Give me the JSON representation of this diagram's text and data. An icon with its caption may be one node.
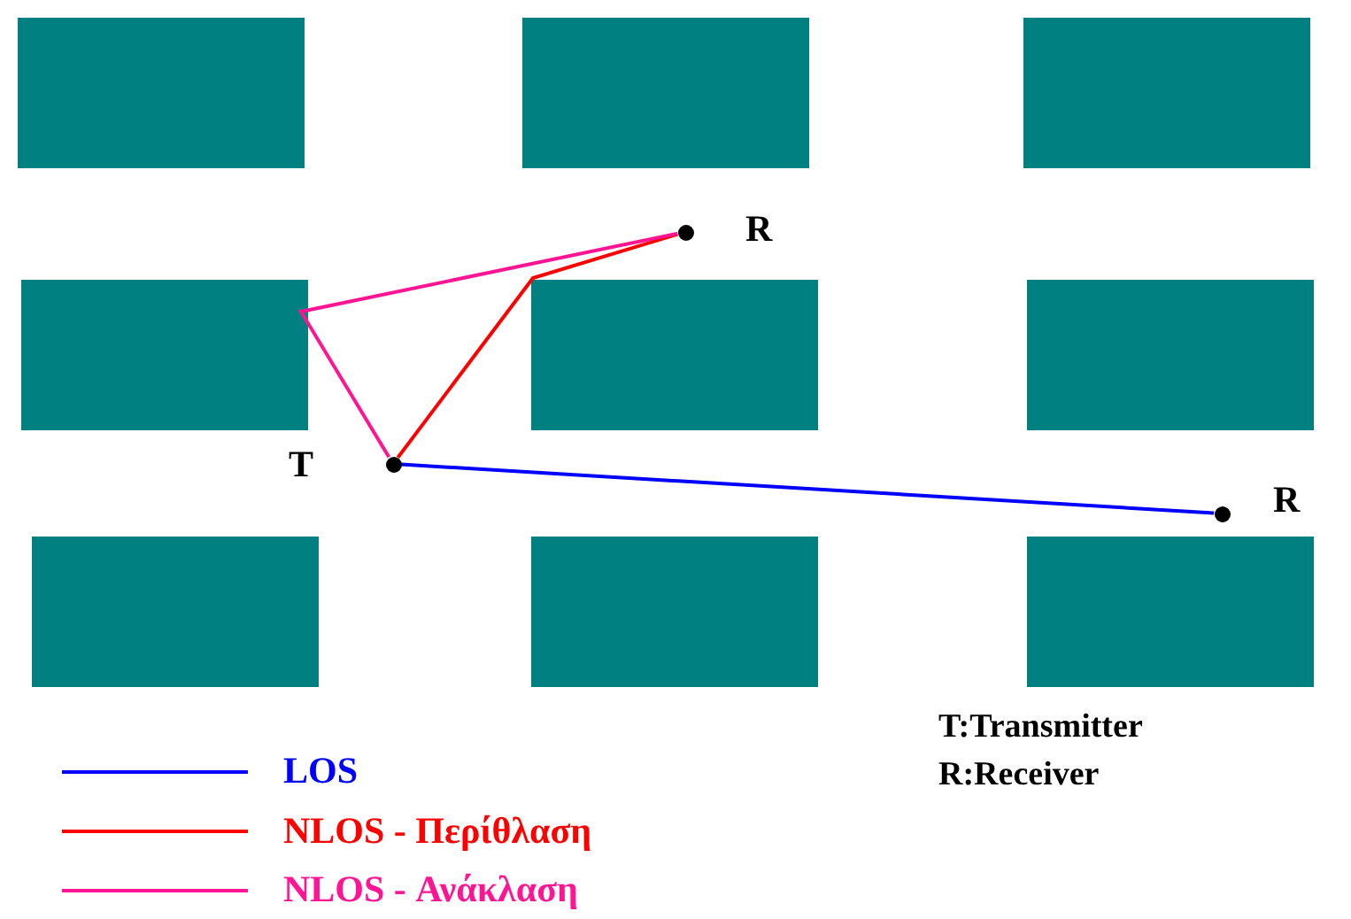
{
  "diagram": {
    "nodes": [
      {
        "text": [],
        "shape": "circle",
        "beside": [
          "T"
        ]
      },
      {
        "text": [],
        "shape": "circle",
        "beside": [
          "R"
        ]
      },
      {
        "text": [],
        "shape": "circle",
        "beside": [
          "R"
        ]
      }
    ],
    "edges": [
      {
        "from": 0,
        "to": 2,
        "arrow": "none",
        "color": "#0000ff"
      },
      {
        "from": 0,
        "to": 1,
        "arrow": "none",
        "color": "#ff0000"
      },
      {
        "from": 0,
        "to": 1,
        "arrow": "none",
        "color": "#ff1493"
      }
    ],
    "labels": [
      "T:Transmitter",
      "R:Receiver"
    ],
    "legend": [
      {
        "text": "LOS"
      },
      {
        "text": "NLOS - Περίθλαση"
      },
      {
        "text": "NLOS - Ανάκλαση"
      }
    ]
  }
}
